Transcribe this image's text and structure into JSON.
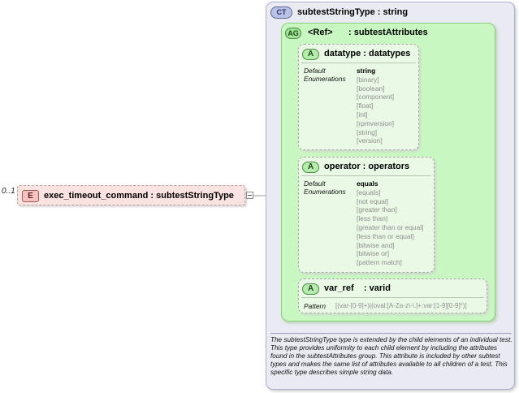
{
  "element": {
    "occurrence": "0..1",
    "badge": "E",
    "label": "exec_timeout_command : subtestStringType"
  },
  "complex_type": {
    "badge": "CT",
    "title": "subtestStringType : string",
    "documentation": "The subtestStringType type is extended by the child elements of an individual test.  This type provides uniformity to each child element by including the attributes found in the subtestAttributes group.  This attribute is included by other subtest types and makes the same list of attributes available to all children of a test.  This specific type describes simple string data."
  },
  "attribute_group": {
    "badge": "AG",
    "ref": "<Ref>",
    "name": ": subtestAttributes"
  },
  "attributes": {
    "datatype": {
      "badge": "A",
      "title": "datatype  : datatypes",
      "default_label": "Default",
      "enum_label": "Enumerations",
      "default_value": "string",
      "enumerations": [
        "[binary]",
        "[boolean]",
        "[component]",
        "[float]",
        "[int]",
        "[rpmversion]",
        "[string]",
        "[version]"
      ]
    },
    "operator": {
      "badge": "A",
      "title": "operator  : operators",
      "default_label": "Default",
      "enum_label": "Enumerations",
      "default_value": "equals",
      "enumerations": [
        "[equals]",
        "[not equal]",
        "[greater than]",
        "[less than]",
        "[greater than or equal]",
        "[less than or equal]",
        "[bitwise and]",
        "[bitwise or]",
        "[pattern match]"
      ]
    },
    "var_ref": {
      "badge": "A",
      "title": "var_ref    : varid",
      "pattern_label": "Pattern",
      "pattern_value": "[(var-[0-9]+)|(oval:[A-Za-z\\-\\.]+:var:[1-9][0-9]*)]"
    }
  }
}
